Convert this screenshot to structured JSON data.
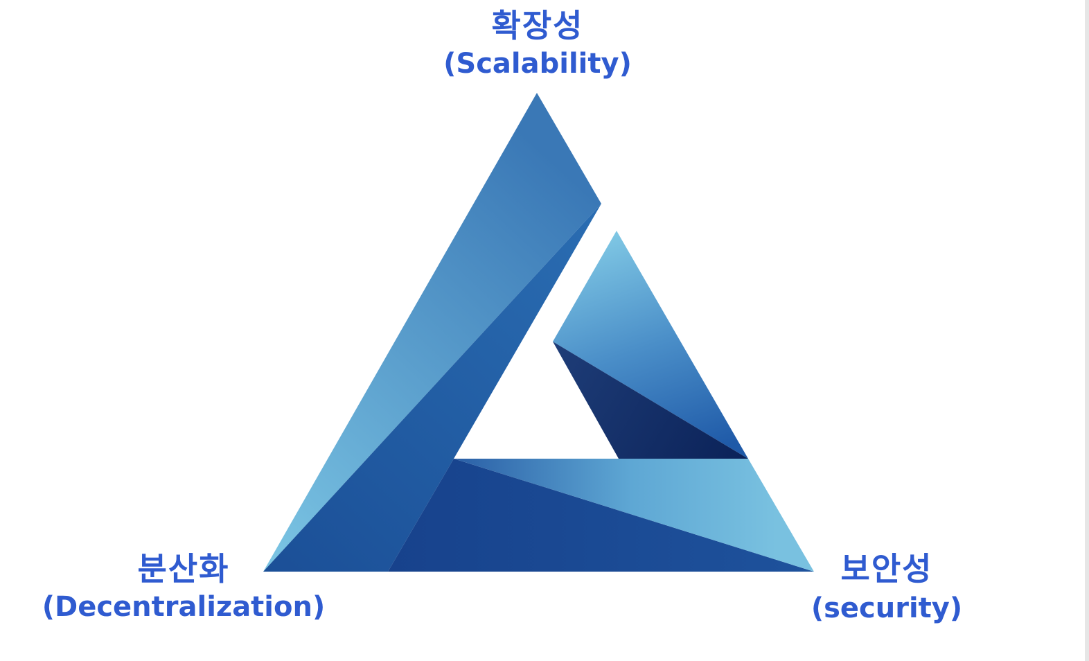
{
  "nodes": {
    "top": {
      "korean": "확장성",
      "english": "(Scalability)"
    },
    "left": {
      "korean": "분산화",
      "english": "(Decentralization)"
    },
    "right": {
      "korean": "보안성",
      "english": "(security)"
    }
  },
  "colors": {
    "label_text": "#2f5bd0",
    "light_blue": "#76bfe0",
    "mid_blue": "#3f86c0",
    "blue": "#2563a8",
    "dark_blue": "#1a4590",
    "navy": "#0d2760"
  }
}
